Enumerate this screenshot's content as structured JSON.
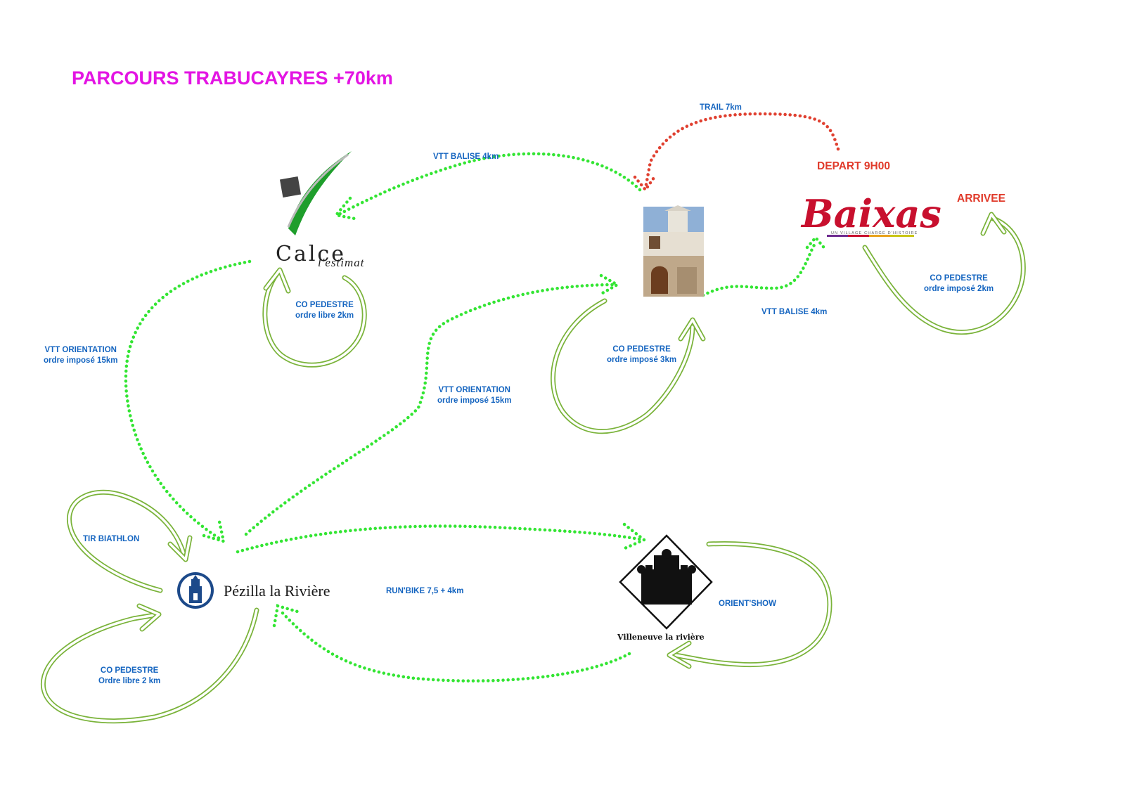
{
  "title": "PARCOURS TRABUCAYRES +70km",
  "colors": {
    "title": "#e314e3",
    "label_blue": "#1565c0",
    "label_red": "#e03a2a",
    "green_route": "#33e533",
    "green_loop": "#8dc63f",
    "red_route": "#e04030",
    "baixas_red": "#c8102e"
  },
  "places": {
    "calce": {
      "name": "Calce",
      "sub": "l'estimat"
    },
    "baixas": {
      "name": "Baixas",
      "sub": "UN VILLAGE CHARGÉ D'HISTOIRE"
    },
    "pezilla": {
      "name": "Pézilla la Rivière"
    },
    "villeneuve": {
      "name": "Villeneuve la rivière"
    },
    "chapel": {
      "icon": "chapel-photo"
    }
  },
  "markers": {
    "depart": "DEPART 9H00",
    "arrivee": "ARRIVEE"
  },
  "routes": {
    "trail": "TRAIL 7km",
    "vtt_balise_top": "VTT BALISE 4km",
    "vtt_balise_right": "VTT BALISE 4km",
    "co_calce": [
      "CO PEDESTRE",
      "ordre libre 2km"
    ],
    "co_chapel": [
      "CO PEDESTRE",
      "ordre imposé 3km"
    ],
    "co_baixas": [
      "CO PEDESTRE",
      "ordre imposé 2km"
    ],
    "vtt_orient_left": [
      "VTT ORIENTATION",
      "ordre imposé 15km"
    ],
    "vtt_orient_center": [
      "VTT ORIENTATION",
      "ordre imposé 15km"
    ],
    "tir_biathlon": "TIR BIATHLON",
    "co_pezilla": [
      "CO PEDESTRE",
      "Ordre libre 2 km"
    ],
    "runbike": "RUN'BIKE 7,5 + 4km",
    "orientshow": "ORIENT'SHOW"
  }
}
